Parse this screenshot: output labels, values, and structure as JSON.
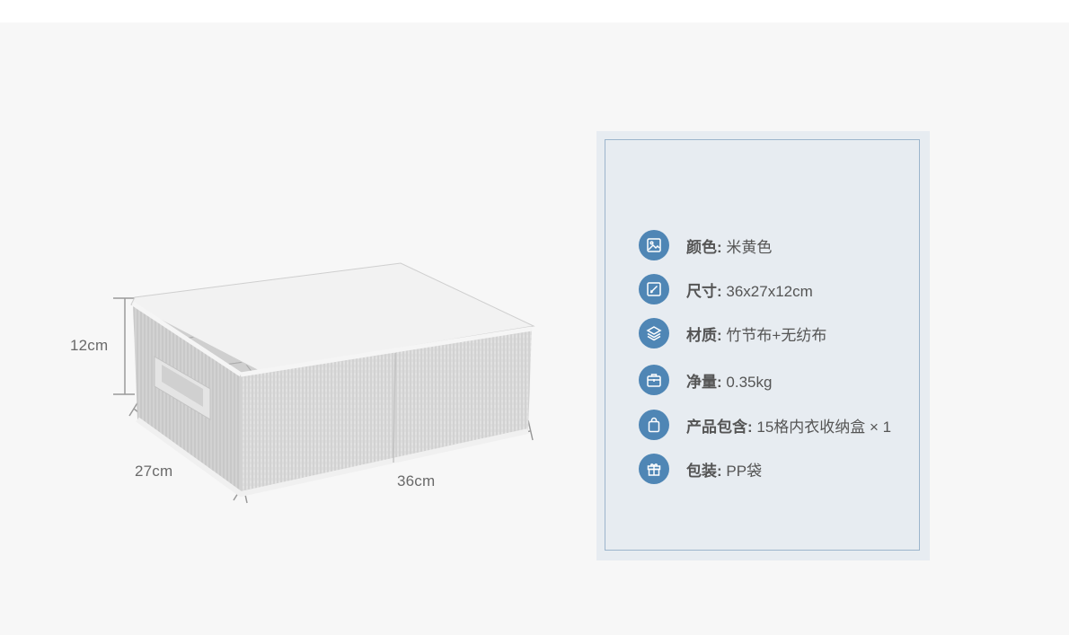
{
  "dimensions": {
    "height": "12cm",
    "depth": "27cm",
    "width": "36cm"
  },
  "specs": [
    {
      "icon": "image-icon",
      "key": "颜色",
      "value": "米黄色"
    },
    {
      "icon": "pencil-icon",
      "key": "尺寸",
      "value": "36x27x12cm"
    },
    {
      "icon": "layers-icon",
      "key": "材质",
      "value": "竹节布+无纺布"
    },
    {
      "icon": "toolbox-icon",
      "key": "净量",
      "value": "0.35kg"
    },
    {
      "icon": "shopping-bag-icon",
      "key": "产品包含",
      "value": "15格内衣收纳盒 × 1"
    },
    {
      "icon": "gift-icon",
      "key": "包装",
      "value": "PP袋"
    }
  ],
  "colors": {
    "accent": "#4f86b5",
    "panel_bg": "#e7ecf1",
    "panel_border": "#9cb5cc",
    "page_bg": "#f7f7f7"
  }
}
